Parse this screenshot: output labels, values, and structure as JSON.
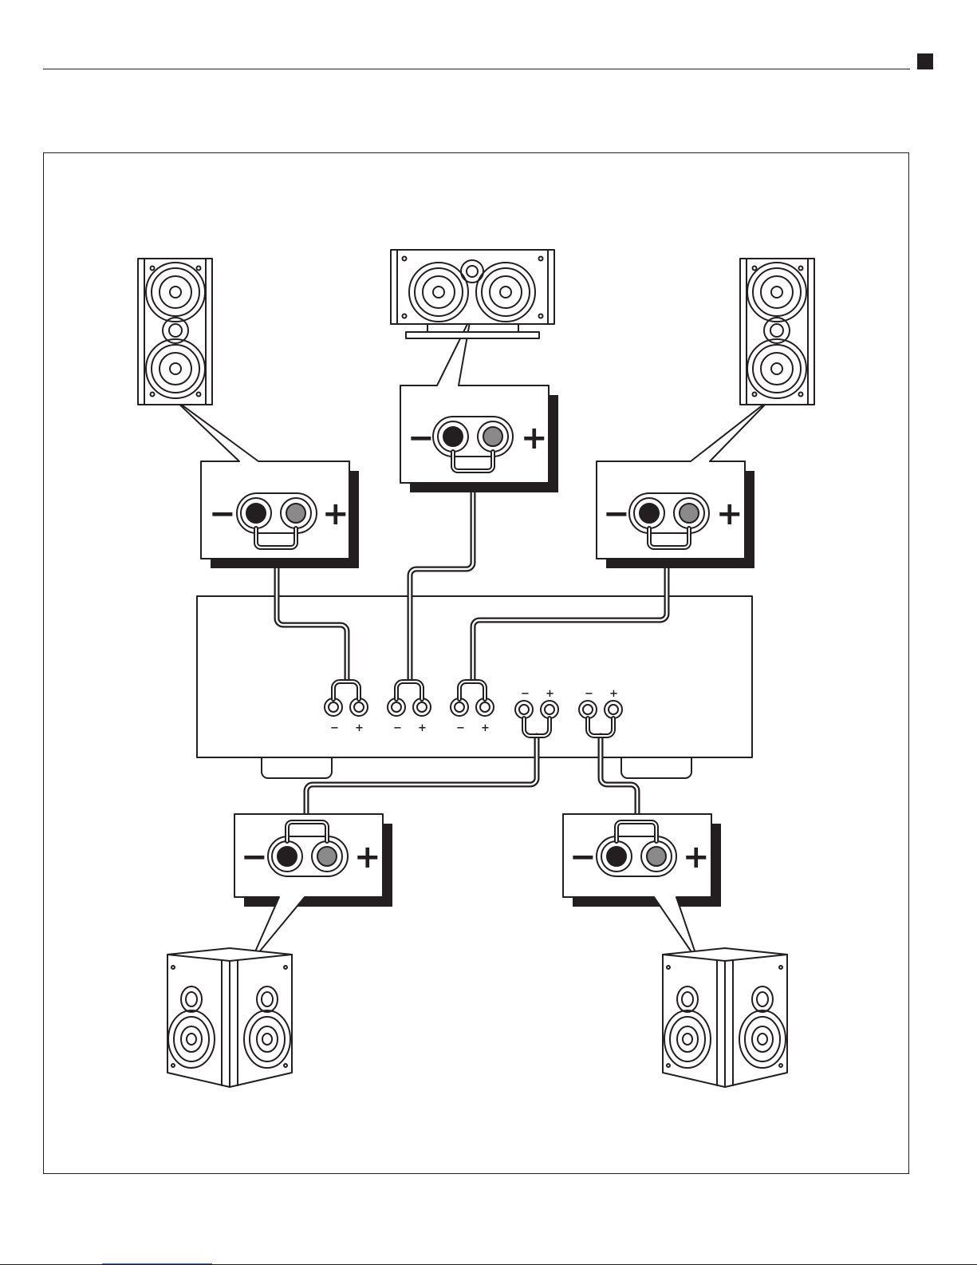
{
  "colors": {
    "ink": "#231f20",
    "negative_terminal": "#231f20",
    "positive_terminal": "#8a8a8a",
    "link_underline": "#3b5bdb"
  },
  "icons": {
    "header_marker": "black-square-icon",
    "front_speakers": "tower-speaker-icon",
    "center_speaker": "center-speaker-icon",
    "surround_speakers": "bookshelf-speaker-icon",
    "receiver": "receiver-back-panel-icon"
  },
  "terminal_labels": {
    "negative": "−",
    "positive": "+"
  },
  "callouts": [
    {
      "name": "front-left"
    },
    {
      "name": "center"
    },
    {
      "name": "front-right"
    },
    {
      "name": "surround-left"
    },
    {
      "name": "surround-right"
    }
  ]
}
